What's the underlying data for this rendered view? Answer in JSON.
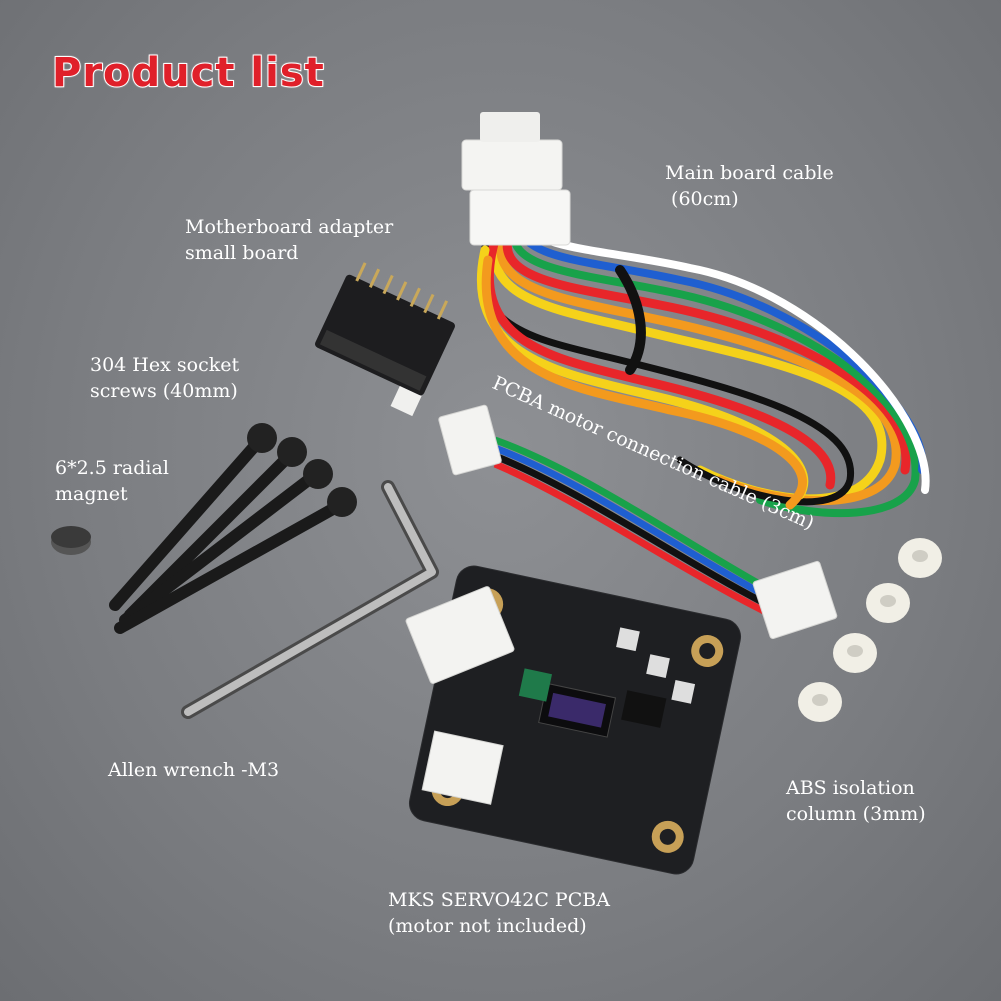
{
  "title": "Product list",
  "labels": {
    "main_cable": [
      "Main board cable",
      " (60cm)"
    ],
    "adapter": [
      "Motherboard adapter",
      "small board"
    ],
    "screws": [
      "304 Hex socket",
      "screws (40mm)"
    ],
    "magnet": [
      "6*2.5 radial",
      "magnet"
    ],
    "pcba_cable": "PCBA motor connection cable (3cm)",
    "wrench": "Allen wrench -M3",
    "abs": [
      "ABS isolation",
      "column (3mm)"
    ],
    "pcba": [
      "MKS SERVO42C PCBA",
      "(motor not included)"
    ]
  },
  "colors": {
    "title": "#e0202a",
    "background": "#7b7d81",
    "wires": [
      "#e8262a",
      "#f39a1e",
      "#f5d21a",
      "#18a24a",
      "#1f5fd0",
      "#ffffff",
      "#111111"
    ]
  }
}
